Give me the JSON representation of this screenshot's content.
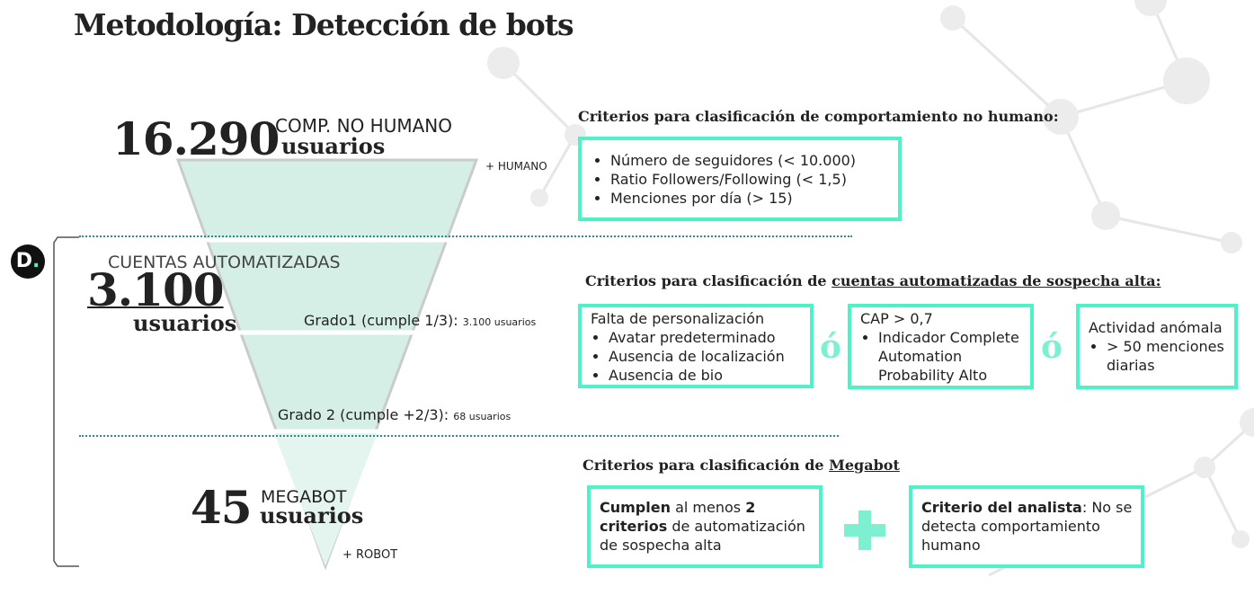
{
  "title": "Metodología: Detección de bots",
  "funnel": {
    "top": {
      "count": "16.290",
      "label": "COMP. NO HUMANO",
      "unit": "usuarios"
    },
    "human_label": "+ HUMANO",
    "middle": {
      "label": "CUENTAS AUTOMATIZADAS",
      "count": "3.100",
      "unit": "usuarios"
    },
    "grado1": {
      "label": "Grado1 (cumple 1/3):",
      "value": "3.100 usuarios"
    },
    "grado2": {
      "label": "Grado 2 (cumple +2/3):",
      "value": "68 usuarios"
    },
    "bottom": {
      "count": "45",
      "label": "MEGABOT",
      "unit": "usuarios"
    },
    "robot_label": "+  ROBOT"
  },
  "logo": {
    "letter": "D",
    "dot": "."
  },
  "criteria_nonhuman": {
    "heading": "Criterios para clasificación de comportamiento no humano:",
    "items": [
      "Número de seguidores (< 10.000)",
      "Ratio Followers/Following (< 1,5)",
      "Menciones por día (> 15)"
    ]
  },
  "criteria_auto": {
    "heading_prefix": "Criterios para clasificación de ",
    "heading_underlined": "cuentas automatizadas de sospecha alta:",
    "box1": {
      "title": "Falta de personalización",
      "items": [
        "Avatar predeterminado",
        "Ausencia de localización",
        "Ausencia de bio"
      ]
    },
    "or1": "ó",
    "box2": {
      "title": "CAP > 0,7",
      "items": [
        "Indicador Complete Automation Probability Alto"
      ]
    },
    "or2": "ó",
    "box3": {
      "title": "Actividad anómala",
      "items": [
        "> 50 menciones diarias"
      ]
    }
  },
  "criteria_megabot": {
    "heading_prefix": "Criterios para clasificación de ",
    "heading_underlined": "Megabot",
    "box1": {
      "bold1": "Cumplen",
      "t1": " al menos ",
      "bold2": "2",
      "t2": " ",
      "bold3": "criterios",
      "t3": " de automatización de sospecha alta"
    },
    "plus": "+",
    "box2": {
      "bold1": "Criterio del analista",
      "t1": ": No se detecta comportamiento humano"
    }
  },
  "colors": {
    "accent": "#4ef2c6",
    "funnel": "#d6efe6",
    "dotted": "#2f8a8a"
  }
}
